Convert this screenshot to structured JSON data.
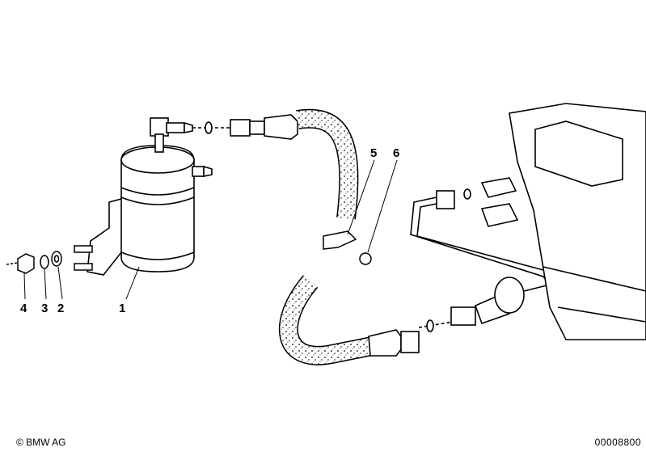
{
  "callouts": [
    {
      "id": "1",
      "label": "1"
    },
    {
      "id": "2",
      "label": "2"
    },
    {
      "id": "3",
      "label": "3"
    },
    {
      "id": "4",
      "label": "4"
    },
    {
      "id": "5",
      "label": "5"
    },
    {
      "id": "6",
      "label": "6"
    }
  ],
  "footer": {
    "copyright": "© BMW AG",
    "drawing_number": "00008800"
  }
}
